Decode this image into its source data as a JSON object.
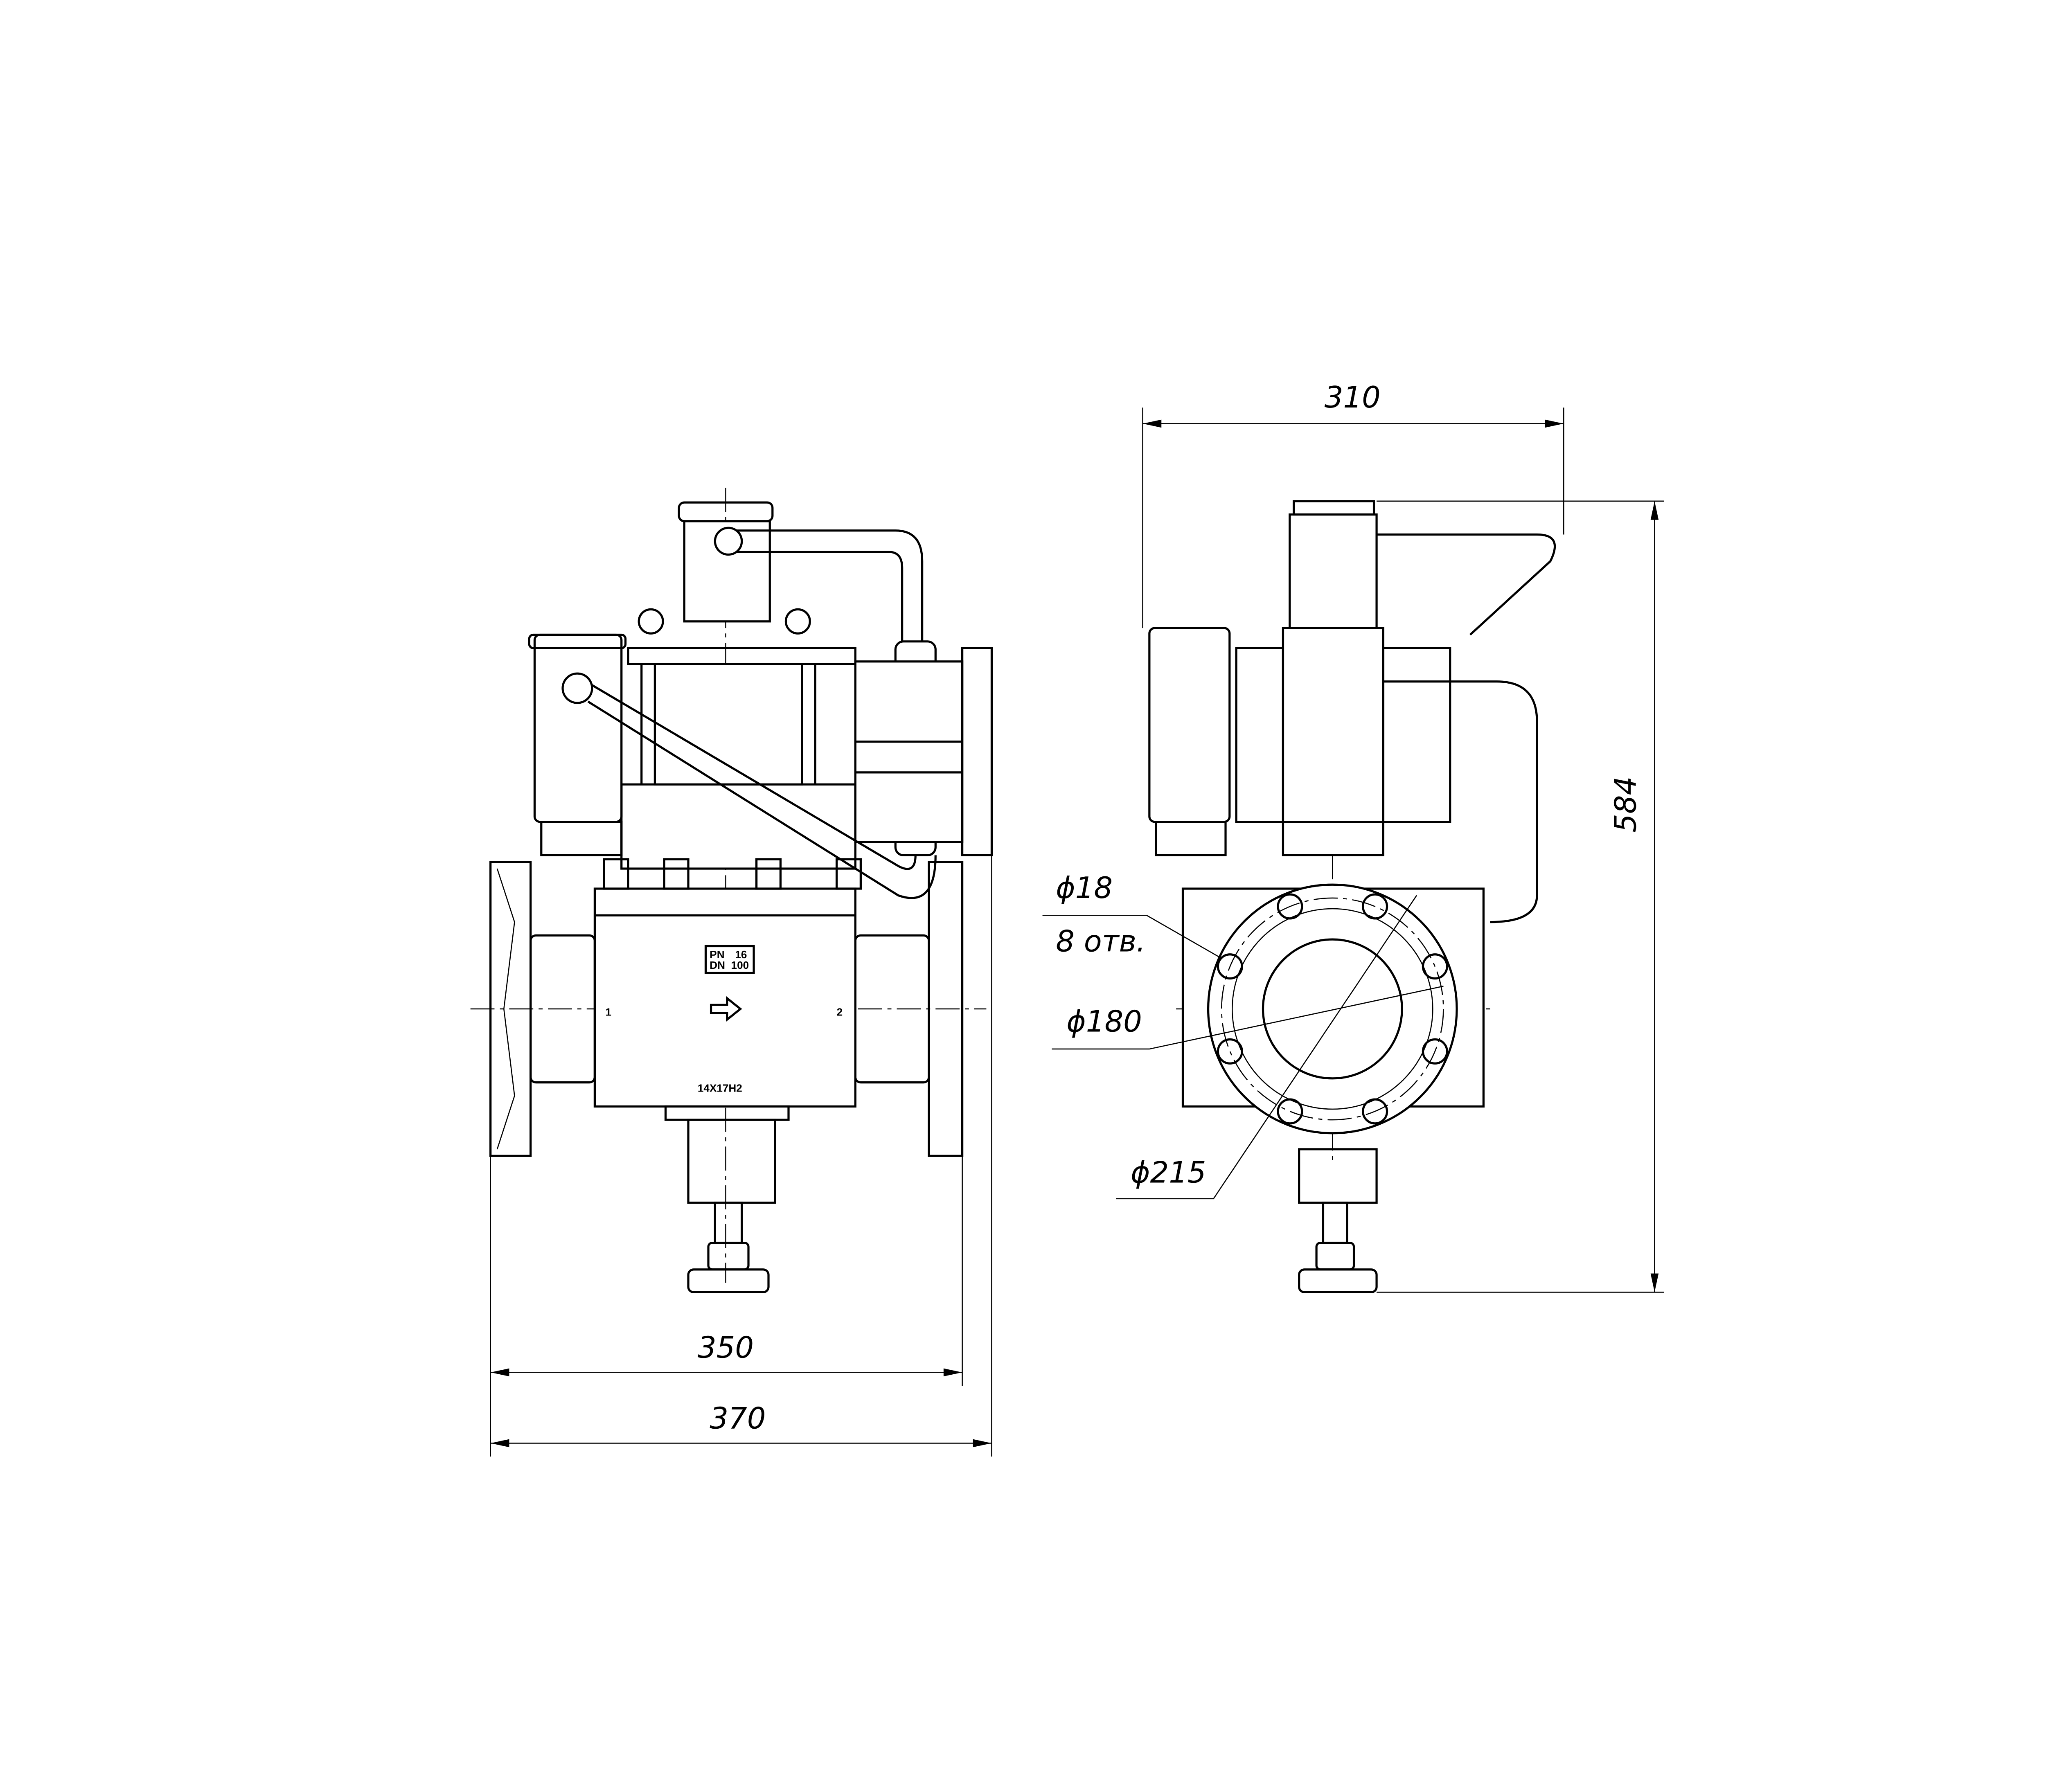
{
  "drawing": {
    "side_view": {
      "nameplate": {
        "pn_label": "PN",
        "pn_value": "16",
        "dn_label": "DN",
        "dn_value": "100"
      },
      "port_inlet": "1",
      "port_outlet": "2",
      "material": "14X17H2"
    },
    "dimensions": {
      "face_to_face": "350",
      "overall_length": "370",
      "overall_width": "310",
      "overall_height": "584",
      "hole_diameter": "ϕ18",
      "hole_count": "8 отв.",
      "bolt_circle": "ϕ180",
      "flange_diameter": "ϕ215"
    }
  }
}
